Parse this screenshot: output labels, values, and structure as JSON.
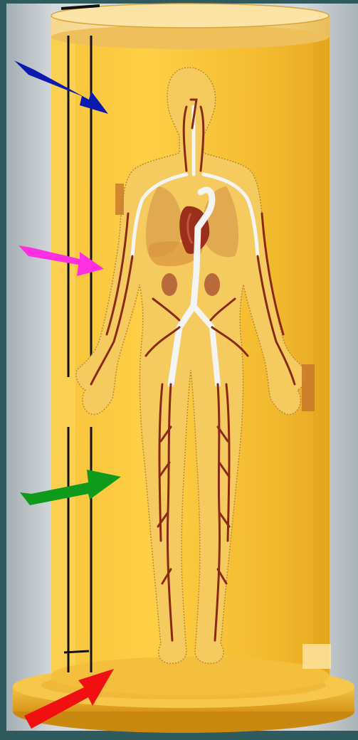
{
  "colors": {
    "frame": "#2f5a5e",
    "background": "#c7cdd0",
    "cylinder": "#f3bf36",
    "cylinder_light": "#ffe08a",
    "base": "#f0b72a",
    "body_fill": "#f5c95c",
    "body_outline": "#b98a3a",
    "artery": "#f4f4f2",
    "vessel": "#8b2a12",
    "organ": "#d79b4a",
    "heart": "#9c2f1c",
    "kidney": "#b86a3a"
  },
  "arrows": [
    {
      "name": "blue-arrow",
      "color": "#0a1ab0"
    },
    {
      "name": "magenta-arrow",
      "color": "#ff2ee0"
    },
    {
      "name": "green-arrow",
      "color": "#0f9a1c"
    },
    {
      "name": "red-arrow",
      "color": "#f01010"
    }
  ]
}
